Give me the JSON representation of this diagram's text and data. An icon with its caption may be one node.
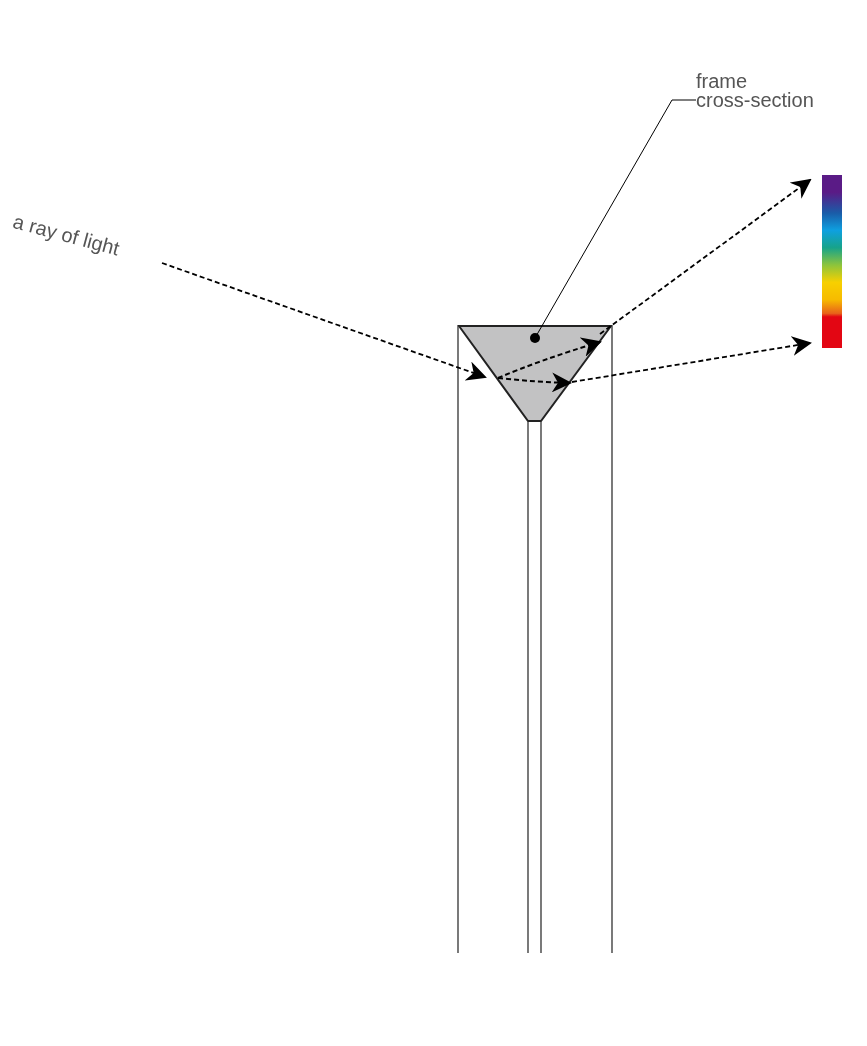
{
  "diagram": {
    "nodes": [
      {
        "text": [
          "a ray of light"
        ]
      },
      {
        "text": [
          "frame cross-section"
        ]
      },
      {
        "text": [],
        "shape": "triangle"
      },
      {
        "text": [],
        "shape": "bar"
      }
    ],
    "edges": [
      {
        "from": 0,
        "to": 2,
        "arrow": "to",
        "style": "dashed"
      },
      {
        "from": 1,
        "to": 2,
        "arrow": "other"
      },
      {
        "from": 2,
        "to": 3,
        "arrow": "to",
        "style": "dashed"
      },
      {
        "from": 2,
        "to": 3,
        "arrow": "to",
        "style": "dashed"
      }
    ]
  }
}
